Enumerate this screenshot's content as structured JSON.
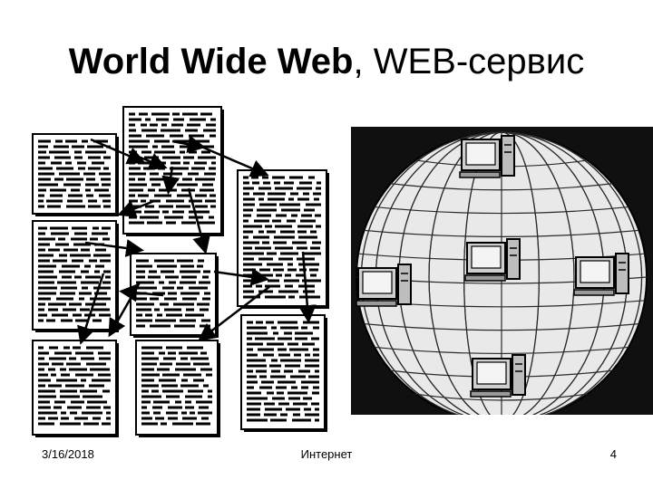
{
  "slide": {
    "title_bold": "World Wide Web",
    "title_rest": ", WEB-сервис"
  },
  "footer": {
    "date": "3/16/2018",
    "center": "Интернет",
    "page": "4"
  },
  "colors": {
    "background": "#ffffff",
    "text": "#000000",
    "globe_background": "#101010",
    "globe_grid": "#2a2a2a"
  },
  "figures": {
    "left": "linked-documents-illustration",
    "right": "globe-network-illustration"
  }
}
